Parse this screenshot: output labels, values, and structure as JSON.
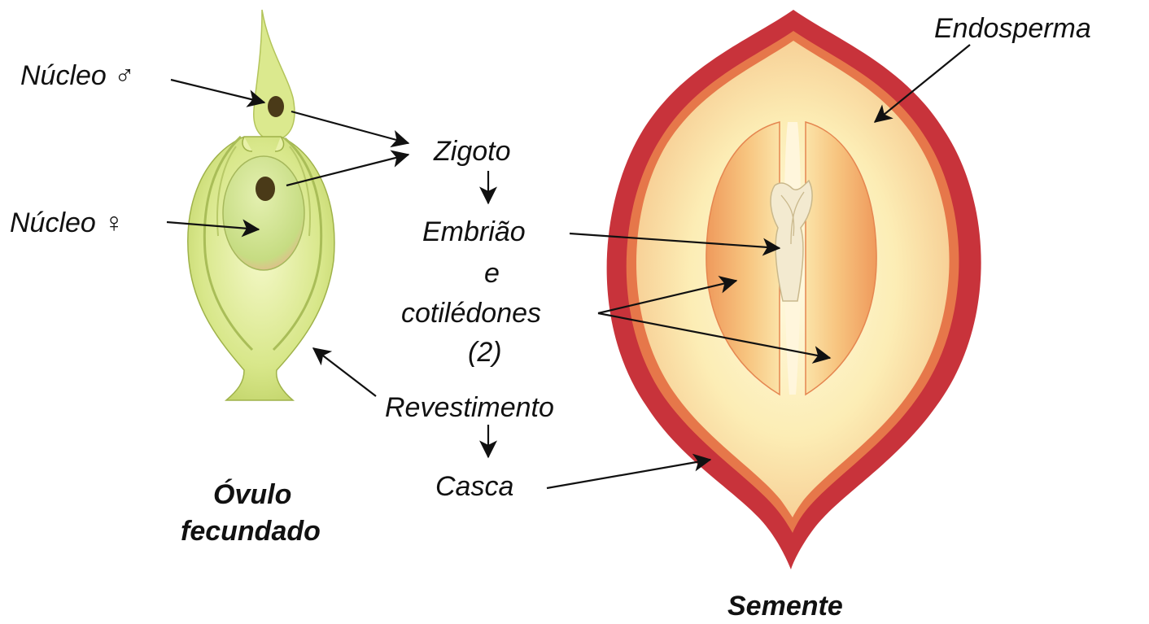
{
  "labels": {
    "nucleo_male": "Núcleo ♂",
    "nucleo_female": "Núcleo ♀",
    "zigoto": "Zigoto",
    "embriao": "Embrião",
    "e": "e",
    "cotiledones": "cotilédones",
    "dois": "(2)",
    "revestimento": "Revestimento",
    "casca": "Casca",
    "endosperma": "Endosperma"
  },
  "titles": {
    "ovulo_line1": "Óvulo",
    "ovulo_line2": "fecundado",
    "semente": "Semente"
  },
  "colors": {
    "ovule_green": "#d9e88a",
    "ovule_light": "#eef4b8",
    "seed_coat": "#c9323a",
    "endosperm": "#fdf0c0",
    "cotyledon": "#f2a062",
    "embryo": "#f3ead0"
  }
}
